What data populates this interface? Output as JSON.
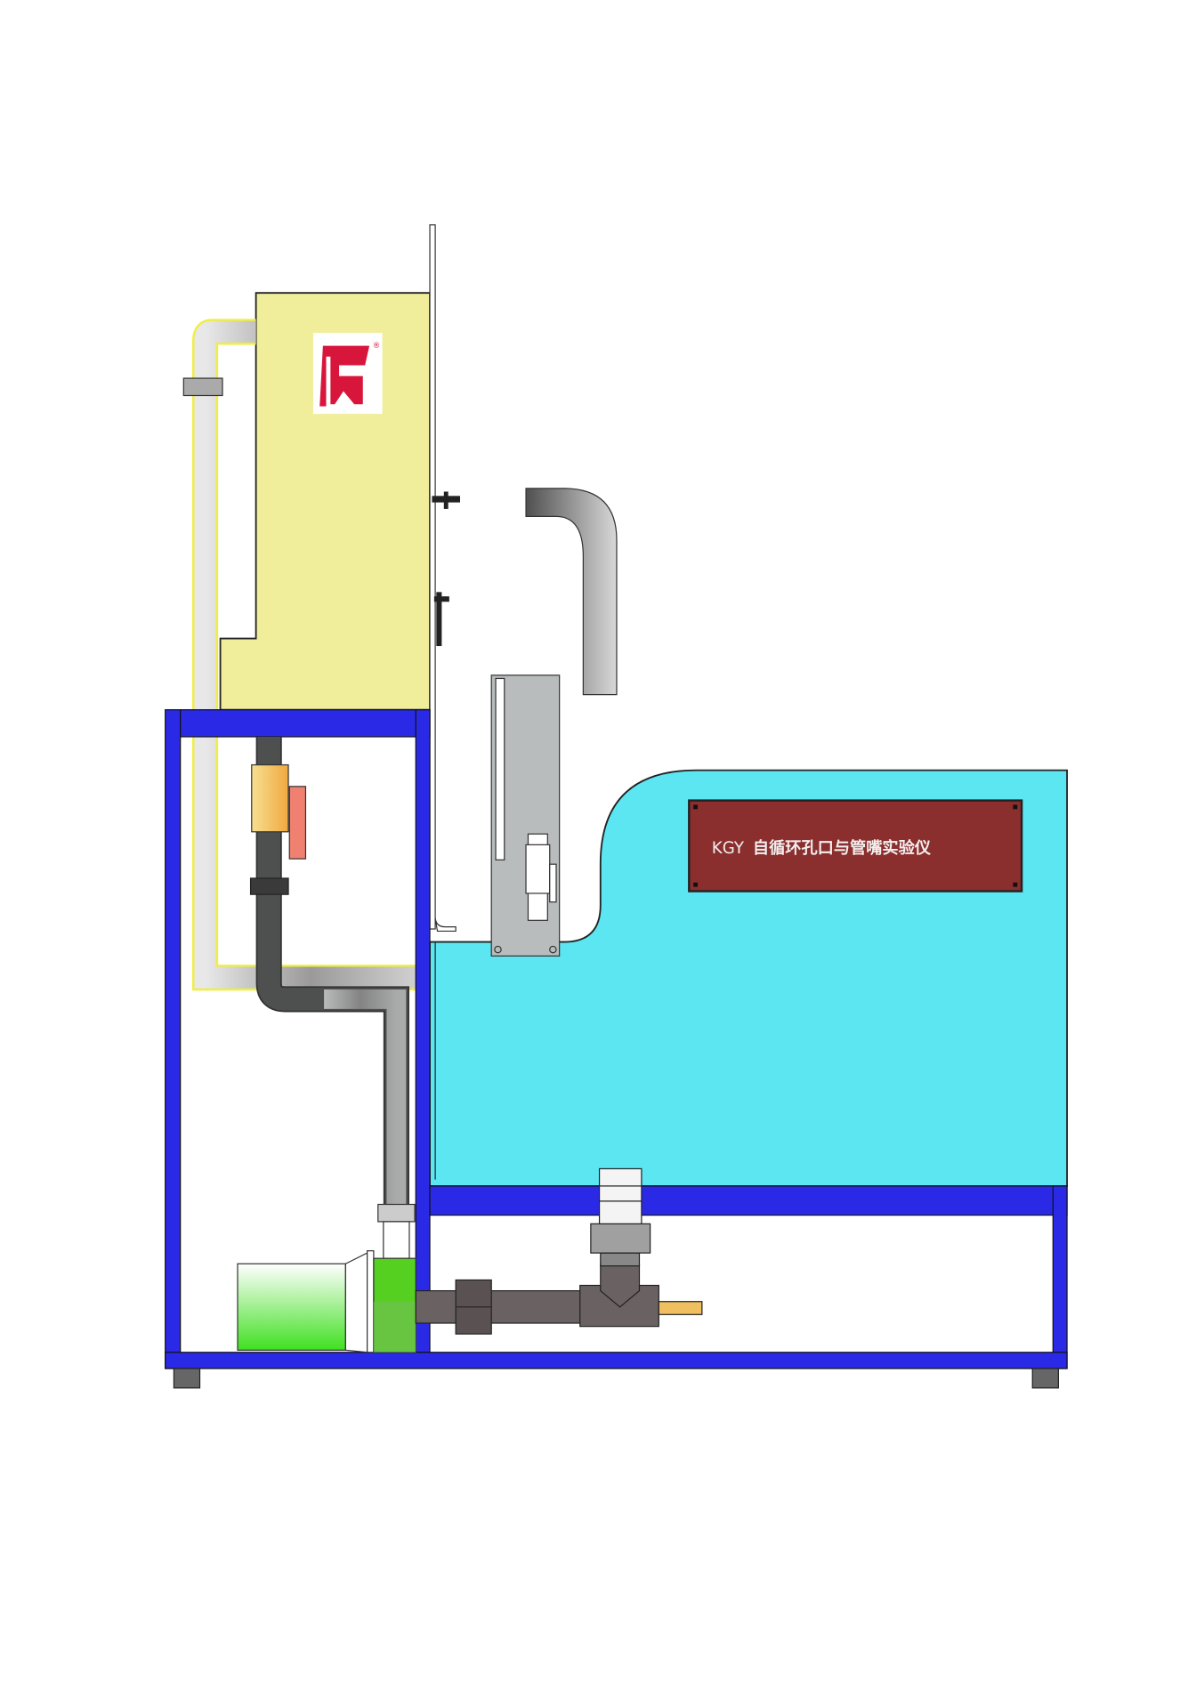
{
  "diagram": {
    "nameplate": {
      "model": "KGY",
      "title": "自循环孔口与管嘴实验仪"
    },
    "logo": {
      "label": "brand-logo",
      "mark": "®"
    },
    "colors": {
      "frame": "#2a2ae6",
      "upper_tank": "#f0ee9a",
      "lower_tank": "#5ce6f2",
      "nameplate": "#8a2e2e",
      "pipe_dark": "#4a4a4a",
      "pump_green": "#55d020"
    }
  }
}
